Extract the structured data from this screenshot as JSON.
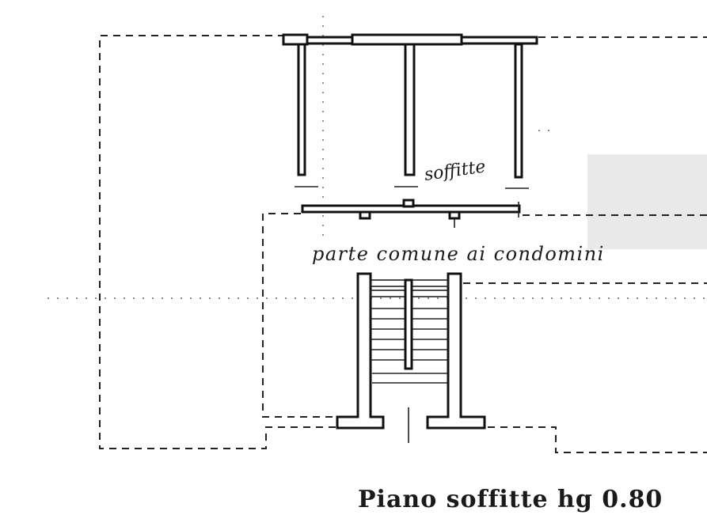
{
  "labels": {
    "attic_label": "soffitte",
    "common_area_label": "parte comune ai condomini",
    "floor_title": "Piano soffitte hg 0.80"
  }
}
